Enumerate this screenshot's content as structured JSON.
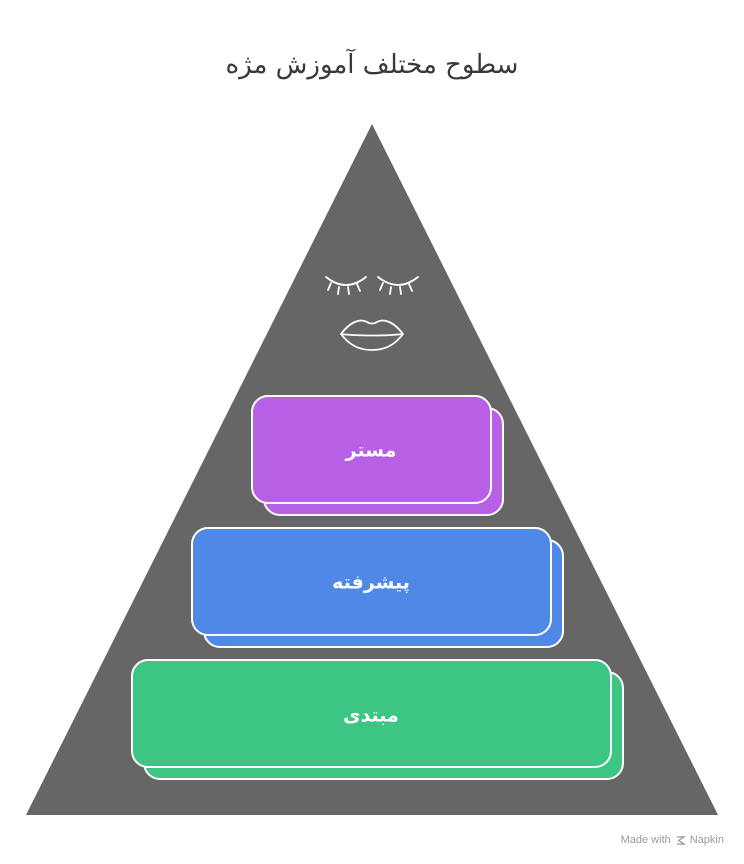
{
  "title": "سطوح مختلف آموزش مژه",
  "colors": {
    "pyramid": "#666666",
    "master": "#B760E6",
    "advanced": "#4F88E7",
    "beginner": "#3DC583",
    "outline": "#ffffff"
  },
  "icons": [
    "closed-eyes-icon",
    "lips-icon",
    "napkin-logo-icon"
  ],
  "tiers": [
    {
      "key": "master",
      "label": "مستر"
    },
    {
      "key": "advanced",
      "label": "پیشرفته"
    },
    {
      "key": "beginner",
      "label": "مبتدی"
    }
  ],
  "watermark": {
    "made_with": "Made with",
    "brand": "Napkin"
  }
}
